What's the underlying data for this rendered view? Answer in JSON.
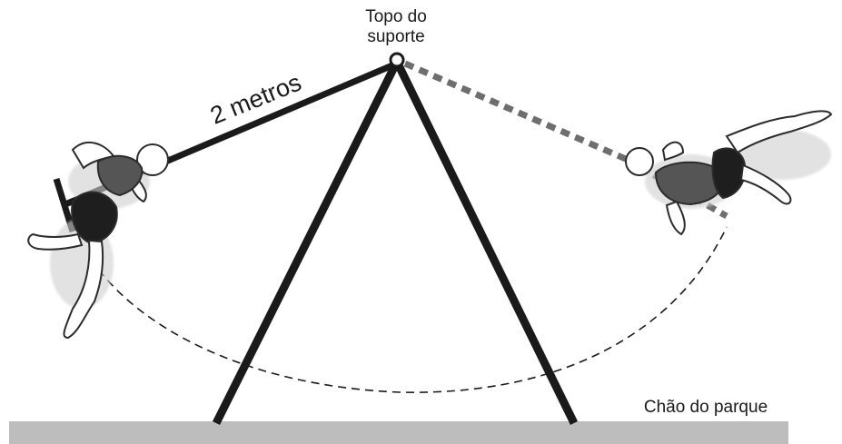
{
  "labels": {
    "support_top_line1": "Topo do",
    "support_top_line2": "suporte",
    "rope_length": "2 metros",
    "ground": "Chão do parque"
  },
  "colors": {
    "frame": "#1a1a1a",
    "ground": "#bdbdbd",
    "dotted_rope": "#6e6e6e",
    "suit": "#555555",
    "suit_dark": "#1e1e1e",
    "skin_outline": "#2b2b2b"
  }
}
